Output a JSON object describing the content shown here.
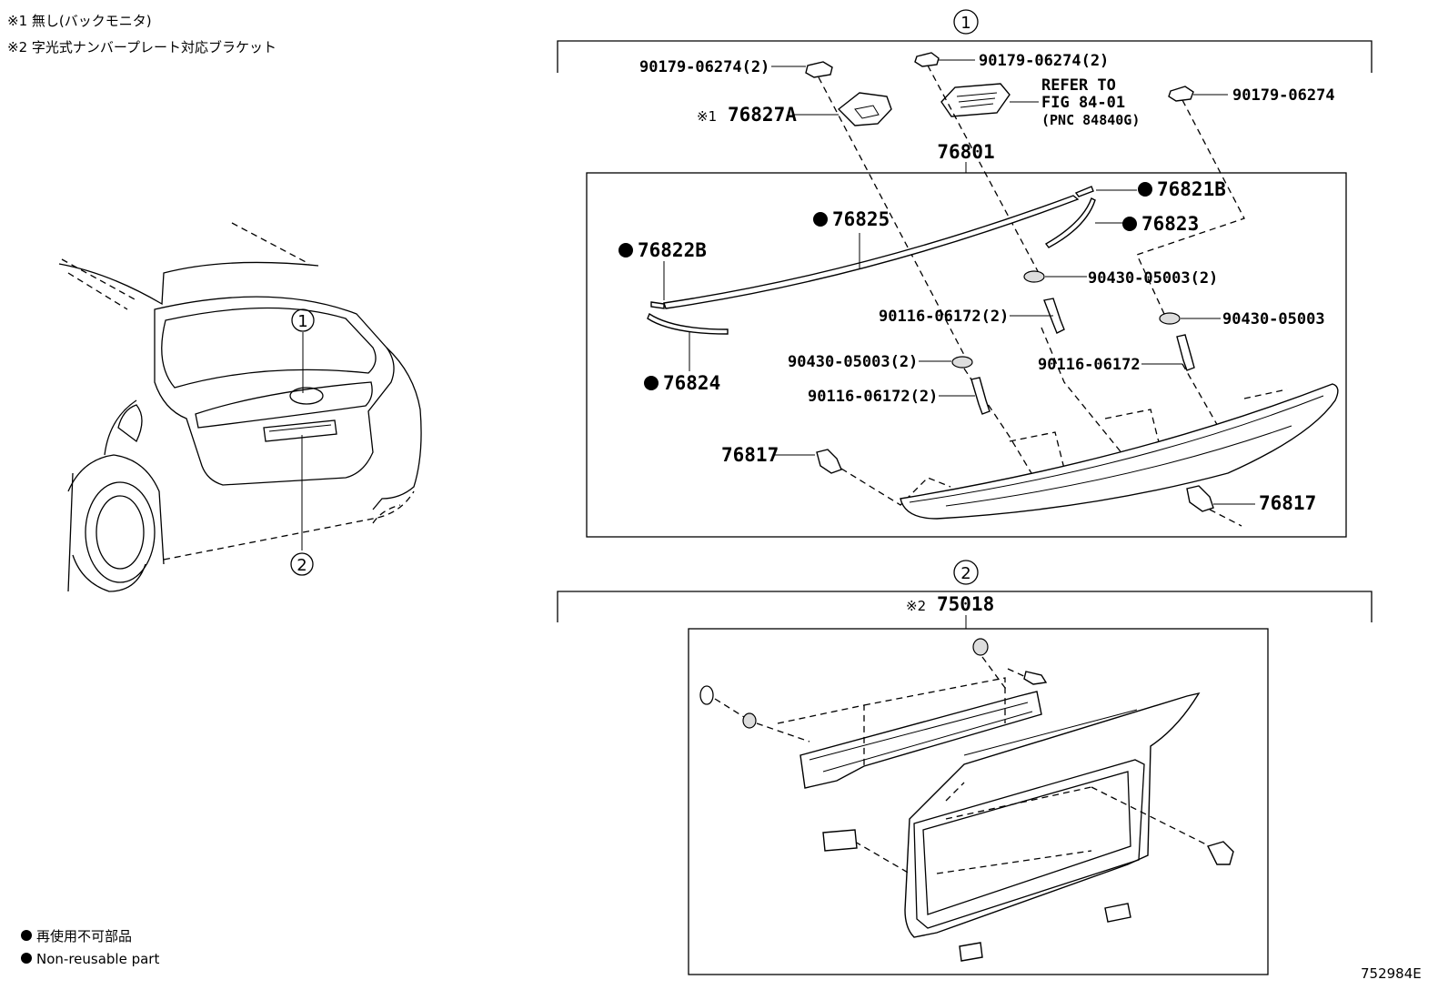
{
  "notes": {
    "note1": "※1 無し(バックモニタ)",
    "note2": "※2 字光式ナンバープレート対応ブラケット"
  },
  "legend": {
    "non_reusable_jp": "再使用不可部品",
    "non_reusable_en": "Non-reusable part"
  },
  "car_view": {
    "callout1": "1",
    "callout2": "2"
  },
  "section1": {
    "number": "1",
    "assembly": "76801",
    "labels": {
      "clip_left": "90179-06274(2)",
      "clip_mid": "90179-06274(2)",
      "clip_right": "90179-06274",
      "camera_cover_mark": "※1",
      "camera_cover": "76827A",
      "refer_line1": "REFER TO",
      "refer_line2": "FIG 84-01",
      "refer_line3": "(PNC 84840G)",
      "strip_b": "76821B",
      "strip_main": "76825",
      "strip_end": "76823",
      "strip_left": "76822B",
      "strip_lower_left": "76824",
      "nut_mid": "90430-05003(2)",
      "nut_right": "90430-05003",
      "nut_left": "90430-05003(2)",
      "bolt_mid": "90116-06172(2)",
      "bolt_right": "90116-06172",
      "bolt_left": "90116-06172(2)",
      "clip_side_left": "76817",
      "clip_side_right": "76817"
    }
  },
  "section2": {
    "number": "2",
    "mark": "※2",
    "part": "75018"
  },
  "diagram_id": "752984E",
  "colors": {
    "ink": "#000000",
    "background": "#ffffff"
  }
}
